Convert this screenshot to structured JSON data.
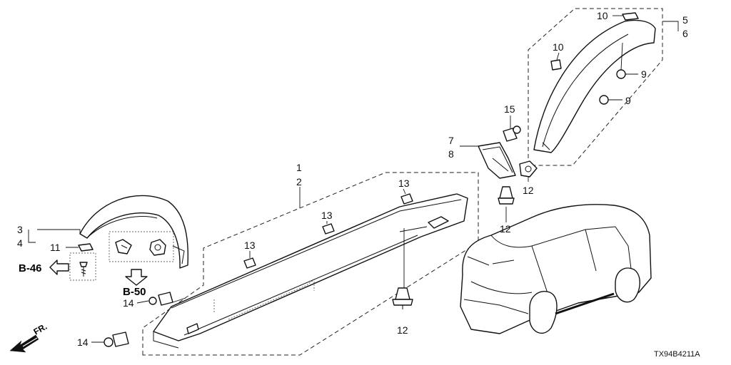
{
  "diagram": {
    "callouts": {
      "c1": "1",
      "c2": "2",
      "c3": "3",
      "c4": "4",
      "c5": "5",
      "c6": "6",
      "c7": "7",
      "c8": "8",
      "c9a": "9",
      "c9b": "9",
      "c10a": "10",
      "c10b": "10",
      "c11": "11",
      "c12a": "12",
      "c12b": "12",
      "c12c": "12",
      "c13a": "13",
      "c13b": "13",
      "c13c": "13",
      "c14a": "14",
      "c14b": "14",
      "c15": "15"
    },
    "refs": {
      "b46": "B-46",
      "b50": "B-50"
    },
    "front_label": "FR.",
    "code": "TX94B4211A"
  }
}
